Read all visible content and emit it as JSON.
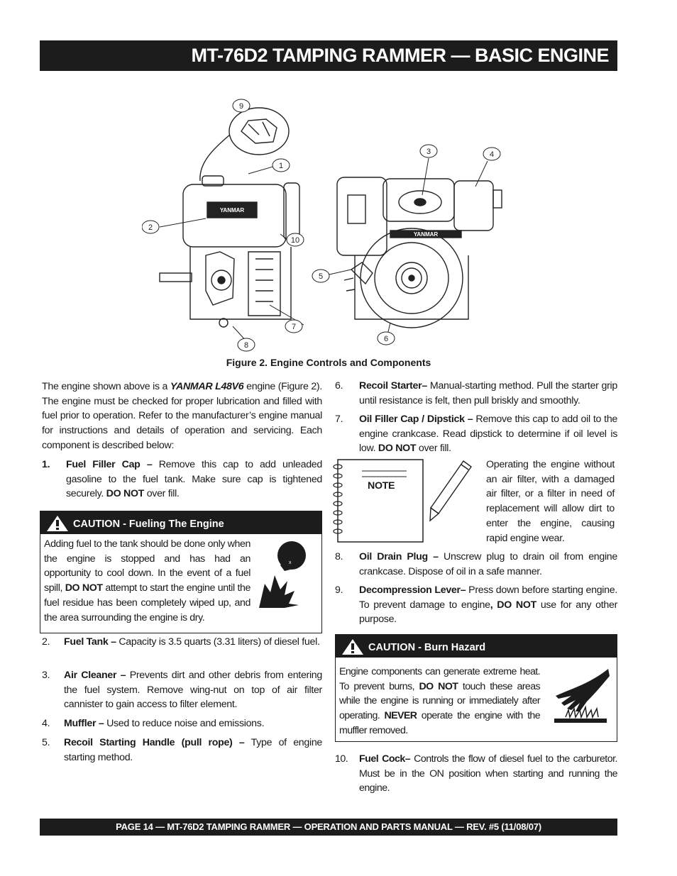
{
  "header": {
    "title": "MT-76D2 TAMPING RAMMER —  BASIC ENGINE"
  },
  "figure": {
    "caption": "Figure 2.  Engine Controls and Components",
    "callouts": [
      "1",
      "2",
      "3",
      "4",
      "5",
      "6",
      "7",
      "8",
      "9",
      "10"
    ],
    "brand_label": "YANMAR"
  },
  "intro": {
    "pre": "The engine shown above is a ",
    "model": "YANMAR L48V6",
    "post": " engine (Figure 2). The engine must be checked for proper lubrication and filled with fuel prior to operation.  Refer to the manufacturer’s engine manual for instructions and details of operation and servicing. Each component is described below:"
  },
  "items": [
    {
      "num": "1.",
      "title": "Fuel Filler Cap –",
      "text": " Remove this cap to add unleaded gasoline to the fuel tank. Make sure cap is tightened securely. ",
      "bold_tail": "DO NOT",
      "tail": " over fill."
    },
    {
      "num": "2.",
      "title": "Fuel Tank –",
      "text": "  Capacity is 3.5 quarts (3.31 liters) of diesel fuel."
    },
    {
      "num": "3.",
      "title": "Air Cleaner –",
      "text": " Prevents dirt and other debris from entering the fuel system. Remove wing-nut on top of air filter cannister to gain access to filter element."
    },
    {
      "num": "4.",
      "title": "Muffler –",
      "text": " Used to reduce noise and emissions."
    },
    {
      "num": "5.",
      "title": "Recoil Starting Handle (pull rope) –",
      "text": " Type of engine starting method."
    },
    {
      "num": "6.",
      "title": "Recoil Starter–",
      "text": " Manual-starting method. Pull the starter grip until resistance is felt, then pull briskly and smoothly."
    },
    {
      "num": "7.",
      "title": "Oil Filler Cap / Dipstick –",
      "text": " Remove this cap to add oil to the engine crankcase. Read dipstick to determine if oil level is low. ",
      "bold_tail": "DO NOT",
      "tail": " over fill."
    },
    {
      "num": "8.",
      "title": "Oil Drain Plug –",
      "text": " Unscrew plug to drain oil from engine crankcase. Dispose of oil in a safe manner."
    },
    {
      "num": "9.",
      "title": "Decompression Lever–",
      "text": "  Press down before starting engine. To prevent damage to engine",
      "bold_tail": ", DO NOT",
      "tail": " use for any other purpose."
    },
    {
      "num": "10.",
      "title": "Fuel Cock–",
      "text": " Controls the flow of diesel fuel to the carburetor. Must be in the ON position when starting and running the engine."
    }
  ],
  "caution_fuel": {
    "heading": "CAUTION - Fueling The Engine",
    "pre": "Adding fuel to the tank should be done only when the engine is stopped and has had an opportunity to cool down.  In the event of a fuel spill, ",
    "bold": "DO NOT",
    "post": " attempt to start the engine until the fuel residue has been completely wiped up, and the area surrounding the engine is dry."
  },
  "note": {
    "label": "NOTE",
    "text": "Operating the engine without an air filter, with a damaged air filter, or a filter in need of replacement will allow dirt to enter the engine, causing rapid engine wear."
  },
  "caution_burn": {
    "heading": "CAUTION - Burn Hazard",
    "pre": "Engine components can generate extreme heat. To prevent burns, ",
    "bold1": "DO NOT",
    "mid": " touch these areas while the engine is running or immediately after operating. ",
    "bold2": "NEVER",
    "post": " operate the engine with the muffler removed."
  },
  "footer": {
    "text": "PAGE 14 — MT-76D2 TAMPING RAMMER — OPERATION AND PARTS  MANUAL — REV. #5 (11/08/07)"
  }
}
